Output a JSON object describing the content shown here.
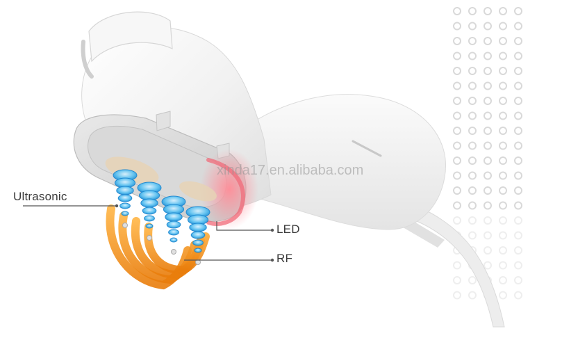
{
  "labels": {
    "ultrasonic": "Ultrasonic",
    "led": "LED",
    "rf": "RF"
  },
  "watermark": "xinda17.en.alibaba.com",
  "colors": {
    "background": "#ffffff",
    "device_body": "#f2f2f2",
    "ultrasonic_wave": "#3fb4ee",
    "rf_wave": "#f39a1e",
    "led_glow": "#f27a86",
    "leader_line": "#555555",
    "dot_pattern": "#d6d6d6"
  }
}
